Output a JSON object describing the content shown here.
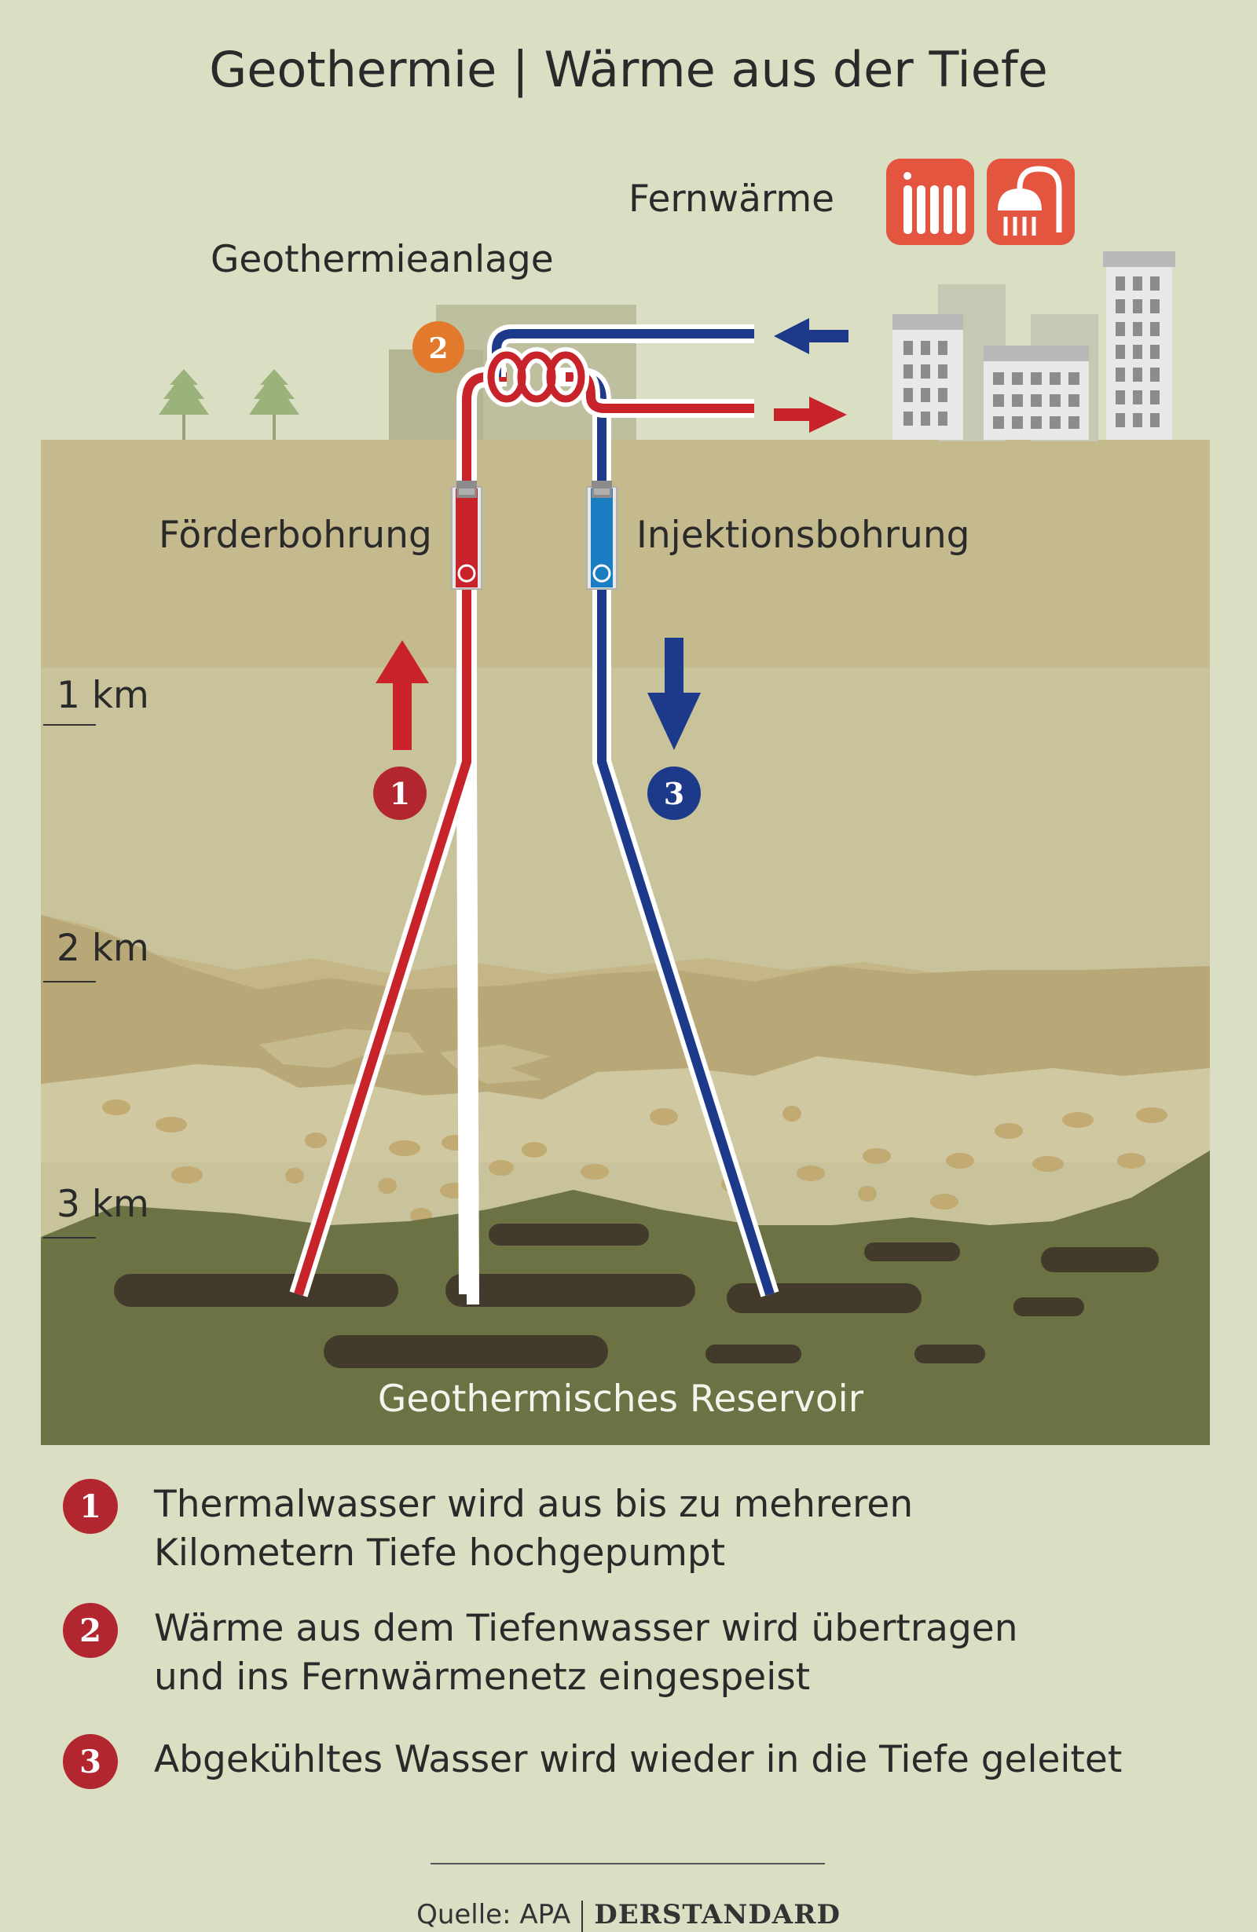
{
  "title": "Geothermie | Wärme aus der Tiefe",
  "labels": {
    "fernwaerme": "Fernwärme",
    "anlage": "Geothermieanlage",
    "foerder": "Förderbohrung",
    "injektion": "Injektionsbohrung",
    "reservoir": "Geothermisches Reservoir"
  },
  "depths": [
    "1 km",
    "2 km",
    "3 km"
  ],
  "markers": [
    "1",
    "2",
    "3"
  ],
  "icons": [
    "radiator-icon",
    "shower-icon"
  ],
  "colors": {
    "hot": "#c8232a",
    "cold": "#1d3a8a",
    "plant_marker": "#e37a2b",
    "icon_bg": "#e4553f",
    "legend_marker": "#b2272f"
  },
  "legend": [
    {
      "num": "1",
      "text": "Thermalwasser wird aus bis zu mehreren\nKilometern Tiefe hochgepumpt"
    },
    {
      "num": "2",
      "text": "Wärme aus dem Tiefenwasser wird übertragen\nund ins Fernwärmenetz eingespeist"
    },
    {
      "num": "3",
      "text": "Abgekühltes Wasser wird wieder in die Tiefe geleitet"
    }
  ],
  "source": {
    "label": "Quelle: APA",
    "brand": "DERSTANDARD"
  }
}
